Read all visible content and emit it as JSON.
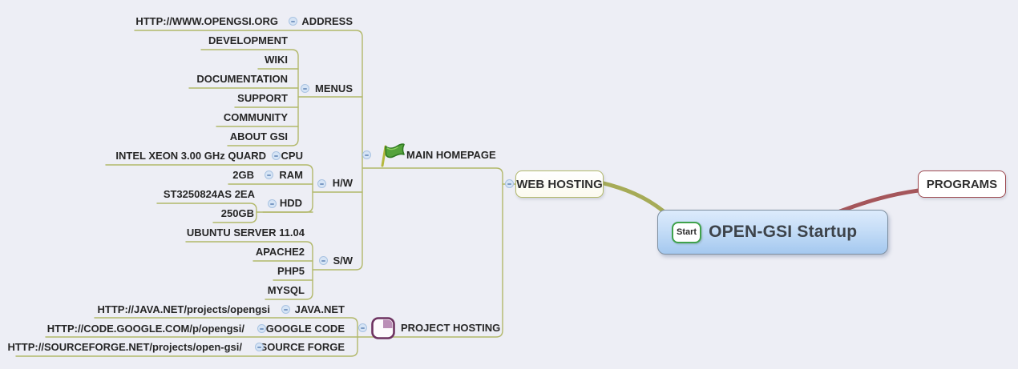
{
  "root": {
    "label": "OPEN-GSI Startup",
    "marker": "Start"
  },
  "branches": {
    "web_hosting": "WEB HOSTING",
    "programs": "PROGRAMS"
  },
  "main_homepage": {
    "label": "MAIN HOMEPAGE",
    "icon": "green-flag-icon",
    "address": {
      "label": "ADDRESS",
      "url": "HTTP://WWW.OPENGSI.ORG"
    },
    "menus": {
      "label": "MENUS",
      "items": [
        "DEVELOPMENT",
        "WIKI",
        "DOCUMENTATION",
        "SUPPORT",
        "COMMUNITY",
        "ABOUT GSI"
      ]
    },
    "hw": {
      "label": "H/W",
      "cpu": {
        "label": "CPU",
        "value": "INTEL XEON 3.00 GHz QUARD"
      },
      "ram": {
        "label": "RAM",
        "value": "2GB"
      },
      "hdd": {
        "label": "HDD",
        "model": "ST3250824AS 2EA",
        "capacity": "250GB"
      }
    },
    "sw": {
      "label": "S/W",
      "items": [
        "UBUNTU SERVER 11.04",
        "APACHE2",
        "PHP5",
        "MYSQL"
      ]
    }
  },
  "project_hosting": {
    "label": "PROJECT HOSTING",
    "icon": "purple-quarter-icon",
    "javanet": {
      "label": "JAVA.NET",
      "url": "HTTP://JAVA.NET/projects/opengsi"
    },
    "google_code": {
      "label": "GOOGLE CODE",
      "url": "HTTP://CODE.GOOGLE.COM/p/opengsi/"
    },
    "source_forge": {
      "label": "SOURCE FORGE",
      "url": "HTTP://SOURCEFORGE.NET/projects/open-gsi/"
    }
  },
  "colors": {
    "background": "#edeef5",
    "branch_line": "#b2b86a",
    "web_hosting_curve": "#a6ab57",
    "programs_curve": "#a5565b",
    "root_fill_top": "#ddebfc",
    "root_fill_bottom": "#a4c8ef",
    "start_badge_border": "#3fa24b"
  }
}
